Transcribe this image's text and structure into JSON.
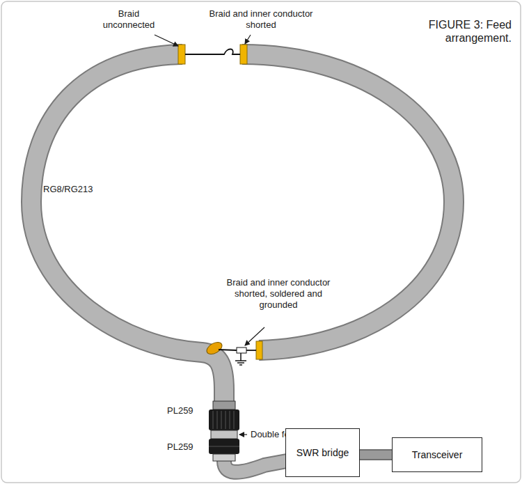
{
  "diagram": {
    "caption": "FIGURE 3: Feed arrangement.",
    "nodes": [
      {
        "text": [
          "SWR bridge"
        ]
      },
      {
        "text": [
          "Transceiver"
        ]
      }
    ],
    "edges": [
      {
        "from": 0,
        "to": 1,
        "arrow": "none"
      }
    ],
    "labels": [
      "Braid unconnected",
      "Braid and inner conductor shorted",
      "RG8/RG213",
      "Braid and inner conductor shorted, soldered and grounded",
      "PL259",
      "Double female connector",
      "PL259"
    ]
  }
}
